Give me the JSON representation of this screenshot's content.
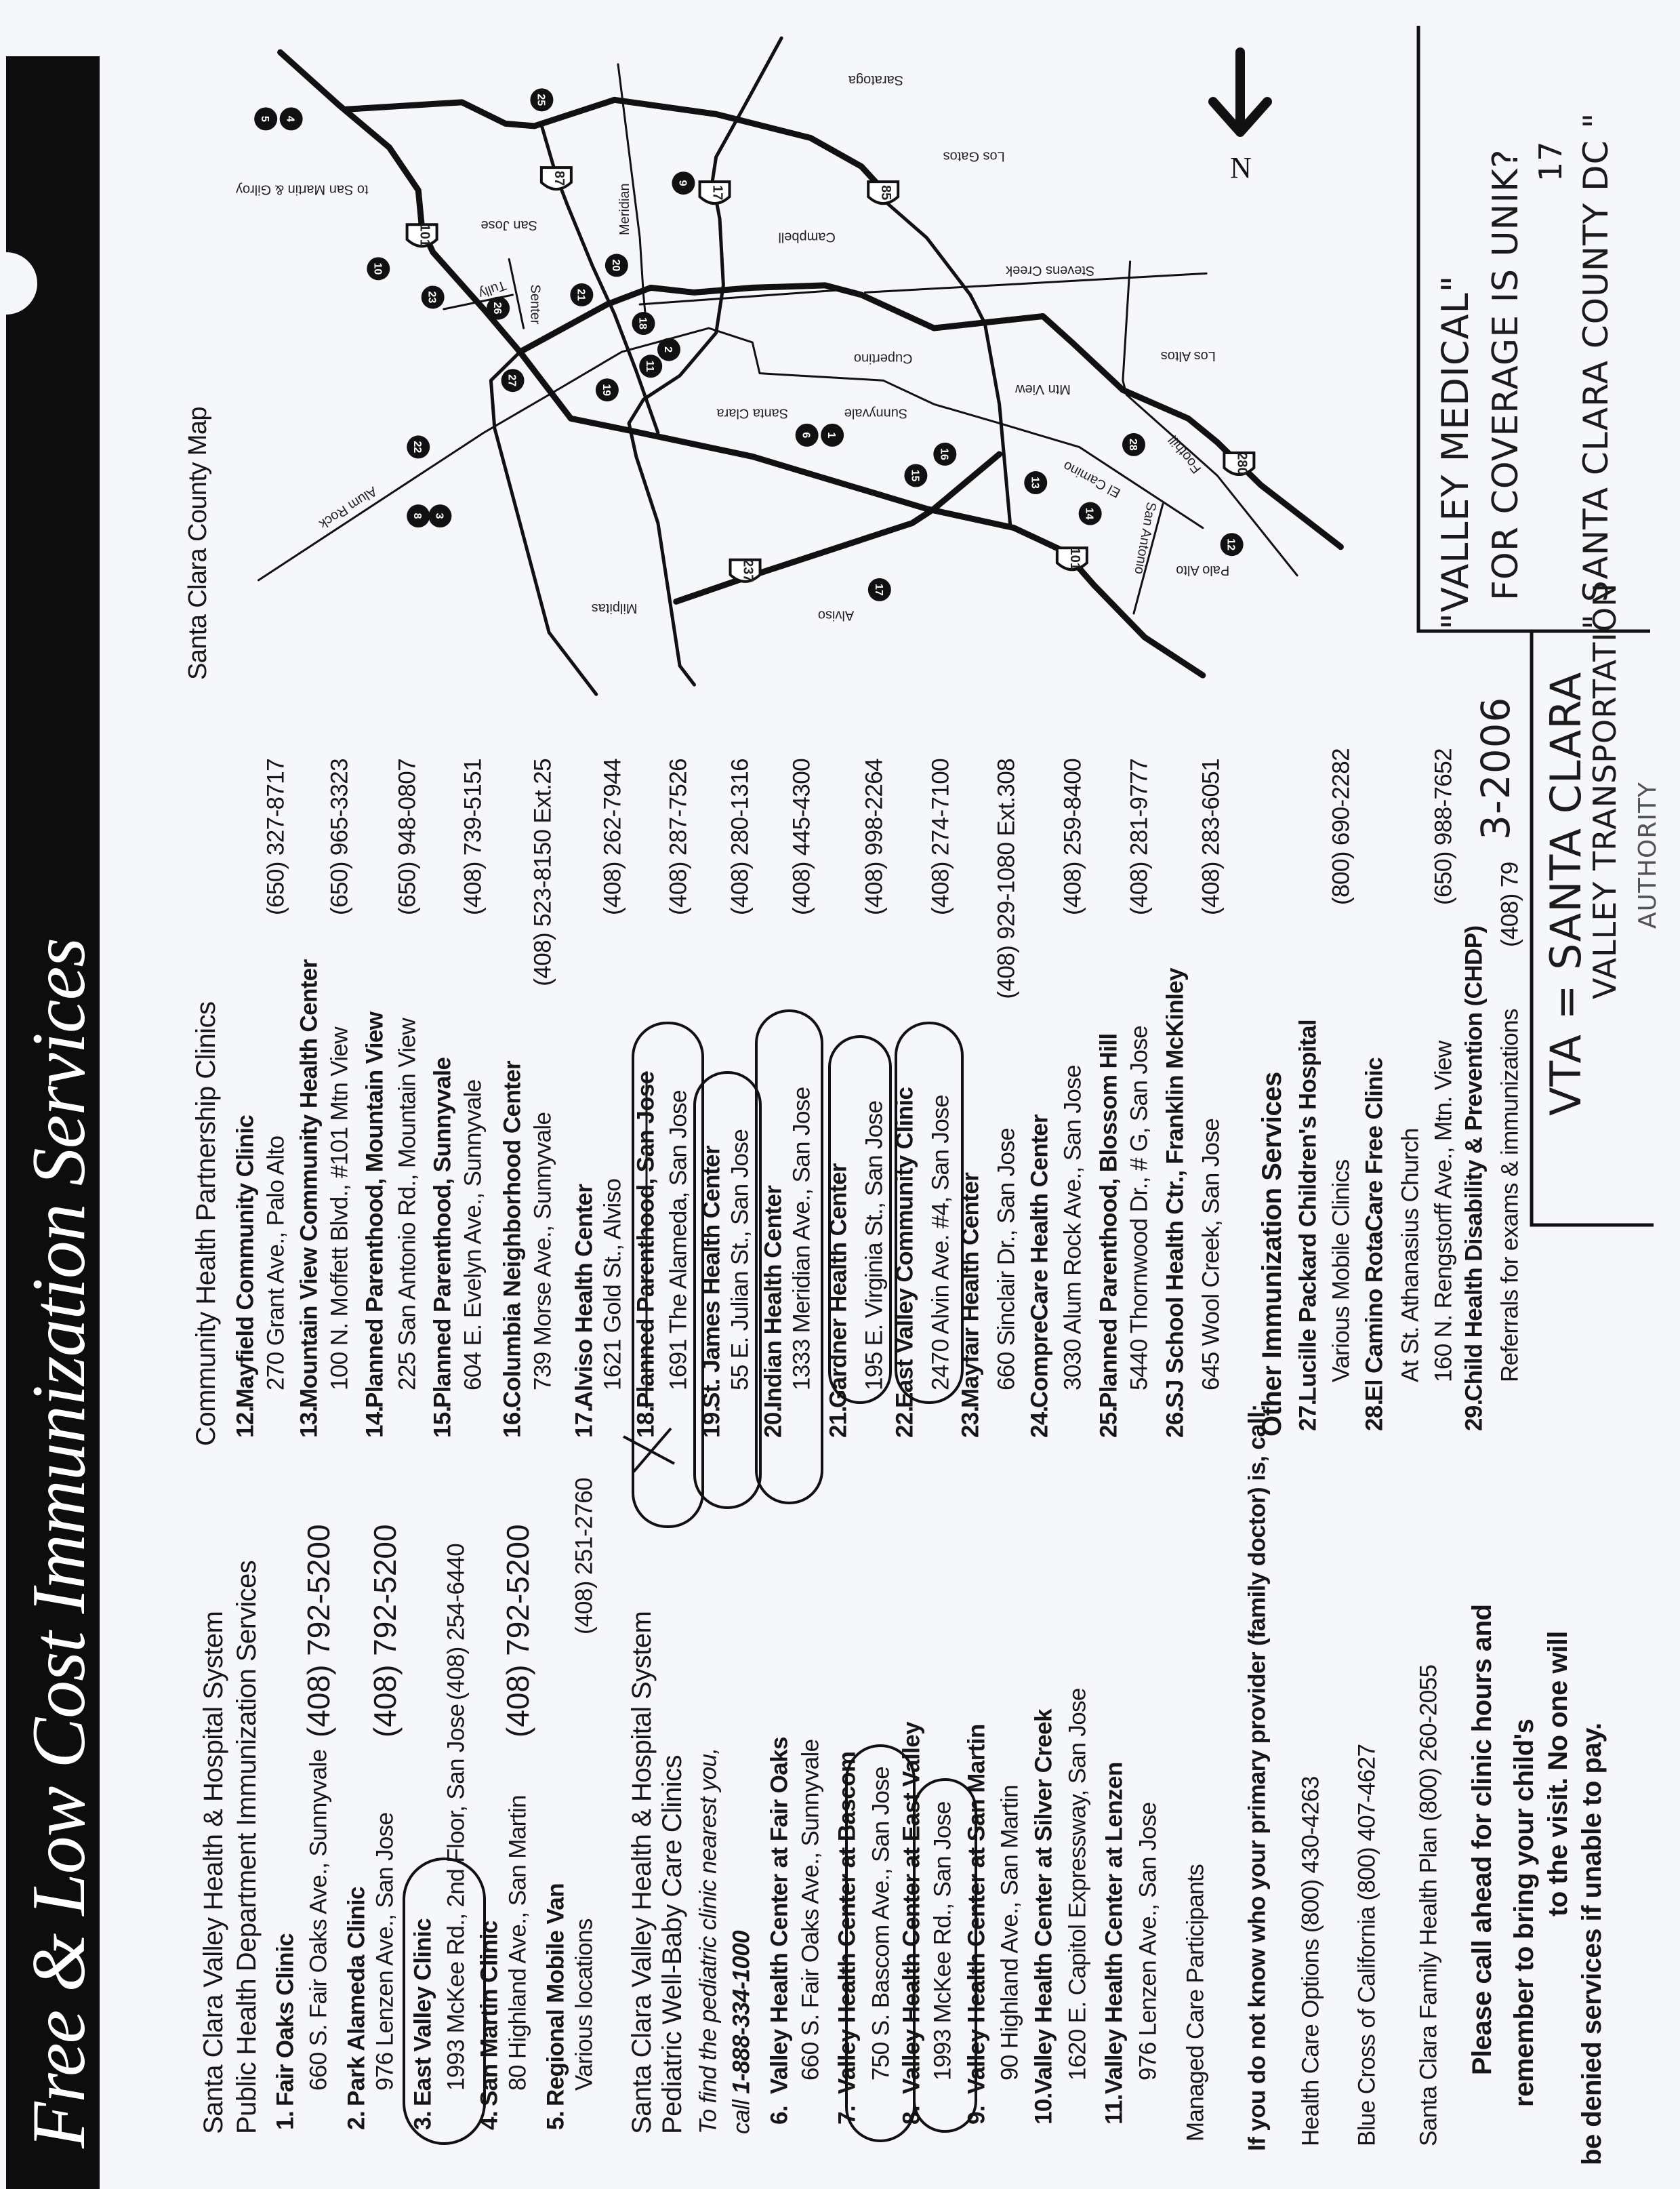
{
  "title": "Free & Low Cost Immunization Services",
  "public_health": {
    "heading_lines": [
      "Santa Clara Valley Health & Hospital System",
      "Public Health Department Immunization Services"
    ],
    "items": [
      {
        "number": "1.",
        "name": "Fair Oaks Clinic",
        "details": [
          "660 S. Fair Oaks Ave., Sunnyvale"
        ],
        "phone": "(408) 792-5200"
      },
      {
        "number": "2.",
        "name": "Park Alameda Clinic",
        "details": [
          "976 Lenzen Ave., San Jose"
        ],
        "phone": "(408) 792-5200"
      },
      {
        "number": "3.",
        "name": "East Valley Clinic",
        "details": [
          "1993 McKee Rd., 2nd Floor, San Jose"
        ],
        "phone": "(408) 254-6440"
      },
      {
        "number": "4.",
        "name": "San Martin Clinic",
        "details": [
          "80 Highland Ave., San Martin"
        ],
        "phone": "(408) 792-5200"
      },
      {
        "number": "5.",
        "name": "Regional Mobile Van",
        "details": [
          "Various locations"
        ],
        "phone": "(408) 251-2760"
      }
    ]
  },
  "pediatric": {
    "heading_lines": [
      "Santa Clara Valley Health & Hospital System",
      "Pediatric Well-Baby Care Clinics"
    ],
    "note": "To find the pediatric clinic nearest you,",
    "call_prefix": "call ",
    "call_number": "1-888-334-1000",
    "items": [
      {
        "number": "6.",
        "name": "Valley Health Center at Fair Oaks",
        "details": [
          "660 S. Fair Oaks Ave., Sunnyvale"
        ]
      },
      {
        "number": "7.",
        "name": "Valley Health Center at Bascom",
        "details": [
          "750 S. Bascom Ave., San Jose"
        ]
      },
      {
        "number": "8.",
        "name": "Valley Health Center at East Valley",
        "details": [
          "1993 McKee Rd., San Jose"
        ]
      },
      {
        "number": "9.",
        "name": "Valley Health Center at San Martin",
        "details": [
          "90 Highland Ave., San Martin"
        ]
      },
      {
        "number": "10.",
        "name": "Valley Health Center at Silver Creek",
        "details": [
          "1620 E. Capitol Expressway, San Jose"
        ]
      },
      {
        "number": "11.",
        "name": "Valley Health Center at Lenzen",
        "details": [
          "976 Lenzen Ave., San Jose"
        ]
      }
    ]
  },
  "managed_care": {
    "heading": "Managed Care Participants",
    "prompt": "If you do not know who your primary provider (family doctor) is, call:",
    "plans": [
      "Health Care Options (800) 430-4263",
      "Blue Cross of California (800) 407-4627",
      "Santa Clara Family Health Plan (800) 260-2055"
    ]
  },
  "reminder": [
    "Please call ahead for clinic hours and",
    "remember to bring your child's",
    "to the visit. No one will",
    "be denied services if unable to pay."
  ],
  "community": {
    "heading": "Community Health Partnership Clinics",
    "items": [
      {
        "number": "12.",
        "name": "Mayfield Community Clinic",
        "details": [
          "270 Grant Ave., Palo Alto"
        ],
        "phone": "(650) 327-8717"
      },
      {
        "number": "13.",
        "name": "Mountain View Community Health Center",
        "details": [
          "100 N. Moffett Blvd., #101 Mtn View"
        ],
        "phone": "(650) 965-3323"
      },
      {
        "number": "14.",
        "name": "Planned Parenthood, Mountain View",
        "details": [
          "225 San Antonio Rd., Mountain View"
        ],
        "phone": "(650) 948-0807"
      },
      {
        "number": "15.",
        "name": "Planned Parenthood, Sunnyvale",
        "details": [
          "604 E. Evelyn Ave., Sunnyvale"
        ],
        "phone": "(408) 739-5151"
      },
      {
        "number": "16.",
        "name": "Columbia Neighborhood Center",
        "details": [
          "739 Morse Ave., Sunnyvale"
        ],
        "phone": "(408) 523-8150 Ext.25"
      },
      {
        "number": "17.",
        "name": "Alviso Health Center",
        "details": [
          "1621 Gold St., Alviso"
        ],
        "phone": "(408) 262-7944"
      },
      {
        "number": "18.",
        "name": "Planned Parenthood, San Jose",
        "details": [
          "1691 The Alameda, San Jose"
        ],
        "phone": "(408) 287-7526"
      },
      {
        "number": "19.",
        "name": "St. James Health Center",
        "details": [
          "55 E. Julian St., San Jose"
        ],
        "phone": "(408) 280-1316"
      },
      {
        "number": "20.",
        "name": "Indian Health Center",
        "details": [
          "1333 Meridian Ave., San Jose"
        ],
        "phone": "(408) 445-4300"
      },
      {
        "number": "21.",
        "name": "Gardner Health Center",
        "details": [
          "195 E. Virginia St., San Jose"
        ],
        "phone": "(408) 998-2264"
      },
      {
        "number": "22.",
        "name": "East Valley Community Clinic",
        "details": [
          "2470 Alvin Ave. #4, San Jose"
        ],
        "phone": "(408) 274-7100"
      },
      {
        "number": "23.",
        "name": "Mayfair Health Center",
        "details": [
          "660 Sinclair Dr., San Jose"
        ],
        "phone": "(408) 929-1080 Ext.308"
      },
      {
        "number": "24.",
        "name": "CompreCare Health Center",
        "details": [
          "3030 Alum Rock Ave., San Jose"
        ],
        "phone": "(408) 259-8400"
      },
      {
        "number": "25.",
        "name": "Planned Parenthood, Blossom Hill",
        "details": [
          "5440 Thornwood Dr., # G, San Jose"
        ],
        "phone": "(408) 281-9777"
      },
      {
        "number": "26.",
        "name": "SJ School Health Ctr., Franklin McKinley",
        "details": [
          "645 Wool Creek, San Jose"
        ],
        "phone": "(408) 283-6051"
      }
    ]
  },
  "other": {
    "heading": "Other Immunization Services",
    "items": [
      {
        "number": "27.",
        "name": "Lucille Packard Children's Hospital",
        "details": [
          "Various Mobile Clinics"
        ],
        "phone": "(800) 690-2282"
      },
      {
        "number": "28.",
        "name": "El Camino RotaCare Free Clinic",
        "details": [
          "At St. Athanasius Church",
          "160 N. Rengstorff Ave., Mtn. View"
        ],
        "phone": "(650) 988-7652"
      },
      {
        "number": "29.",
        "name": "Child Health Disability & Prevention (CHDP)",
        "details": [
          "Referrals for exams & immunizations"
        ],
        "phone": "(408) 79"
      }
    ]
  },
  "map": {
    "title": "Santa Clara County Map",
    "north_label": "N",
    "shields": [
      "101",
      "87",
      "17",
      "85",
      "280",
      "101",
      "237"
    ],
    "road_labels": [
      "Meridian",
      "Alum Rock",
      "El Camino",
      "San Antonio",
      "Foothill",
      "Stevens Creek",
      "Tully",
      "Senter"
    ],
    "city_labels": [
      "Saratoga",
      "Los Gatos",
      "Campbell",
      "Cupertino",
      "Santa Clara",
      "Sunnyvale",
      "Mtn View",
      "Los Altos",
      "Palo Alto",
      "Milpitas",
      "Alviso",
      "San Jose",
      "to San Martin & Gilroy"
    ],
    "markers": [
      "5",
      "4",
      "25",
      "9",
      "10",
      "23",
      "26",
      "21",
      "20",
      "18",
      "2",
      "11",
      "19",
      "27",
      "22",
      "8",
      "3",
      "6",
      "1",
      "16",
      "15",
      "13",
      "14",
      "28",
      "12",
      "17"
    ]
  },
  "annotations": {
    "box_line1": "\"VALLEY MEDICAL\"",
    "box_line2": "FOR COVERAGE IS UNIK?",
    "box_number": "17",
    "box_line3": "\" SANTA CLARA COUNTY DC \"",
    "vta_line1": "VTA = SANTA CLARA",
    "vta_line2": "VALLEY TRANSPORTATION",
    "vta_line3": "AUTHORITY",
    "phone_correction": "3-2006"
  }
}
